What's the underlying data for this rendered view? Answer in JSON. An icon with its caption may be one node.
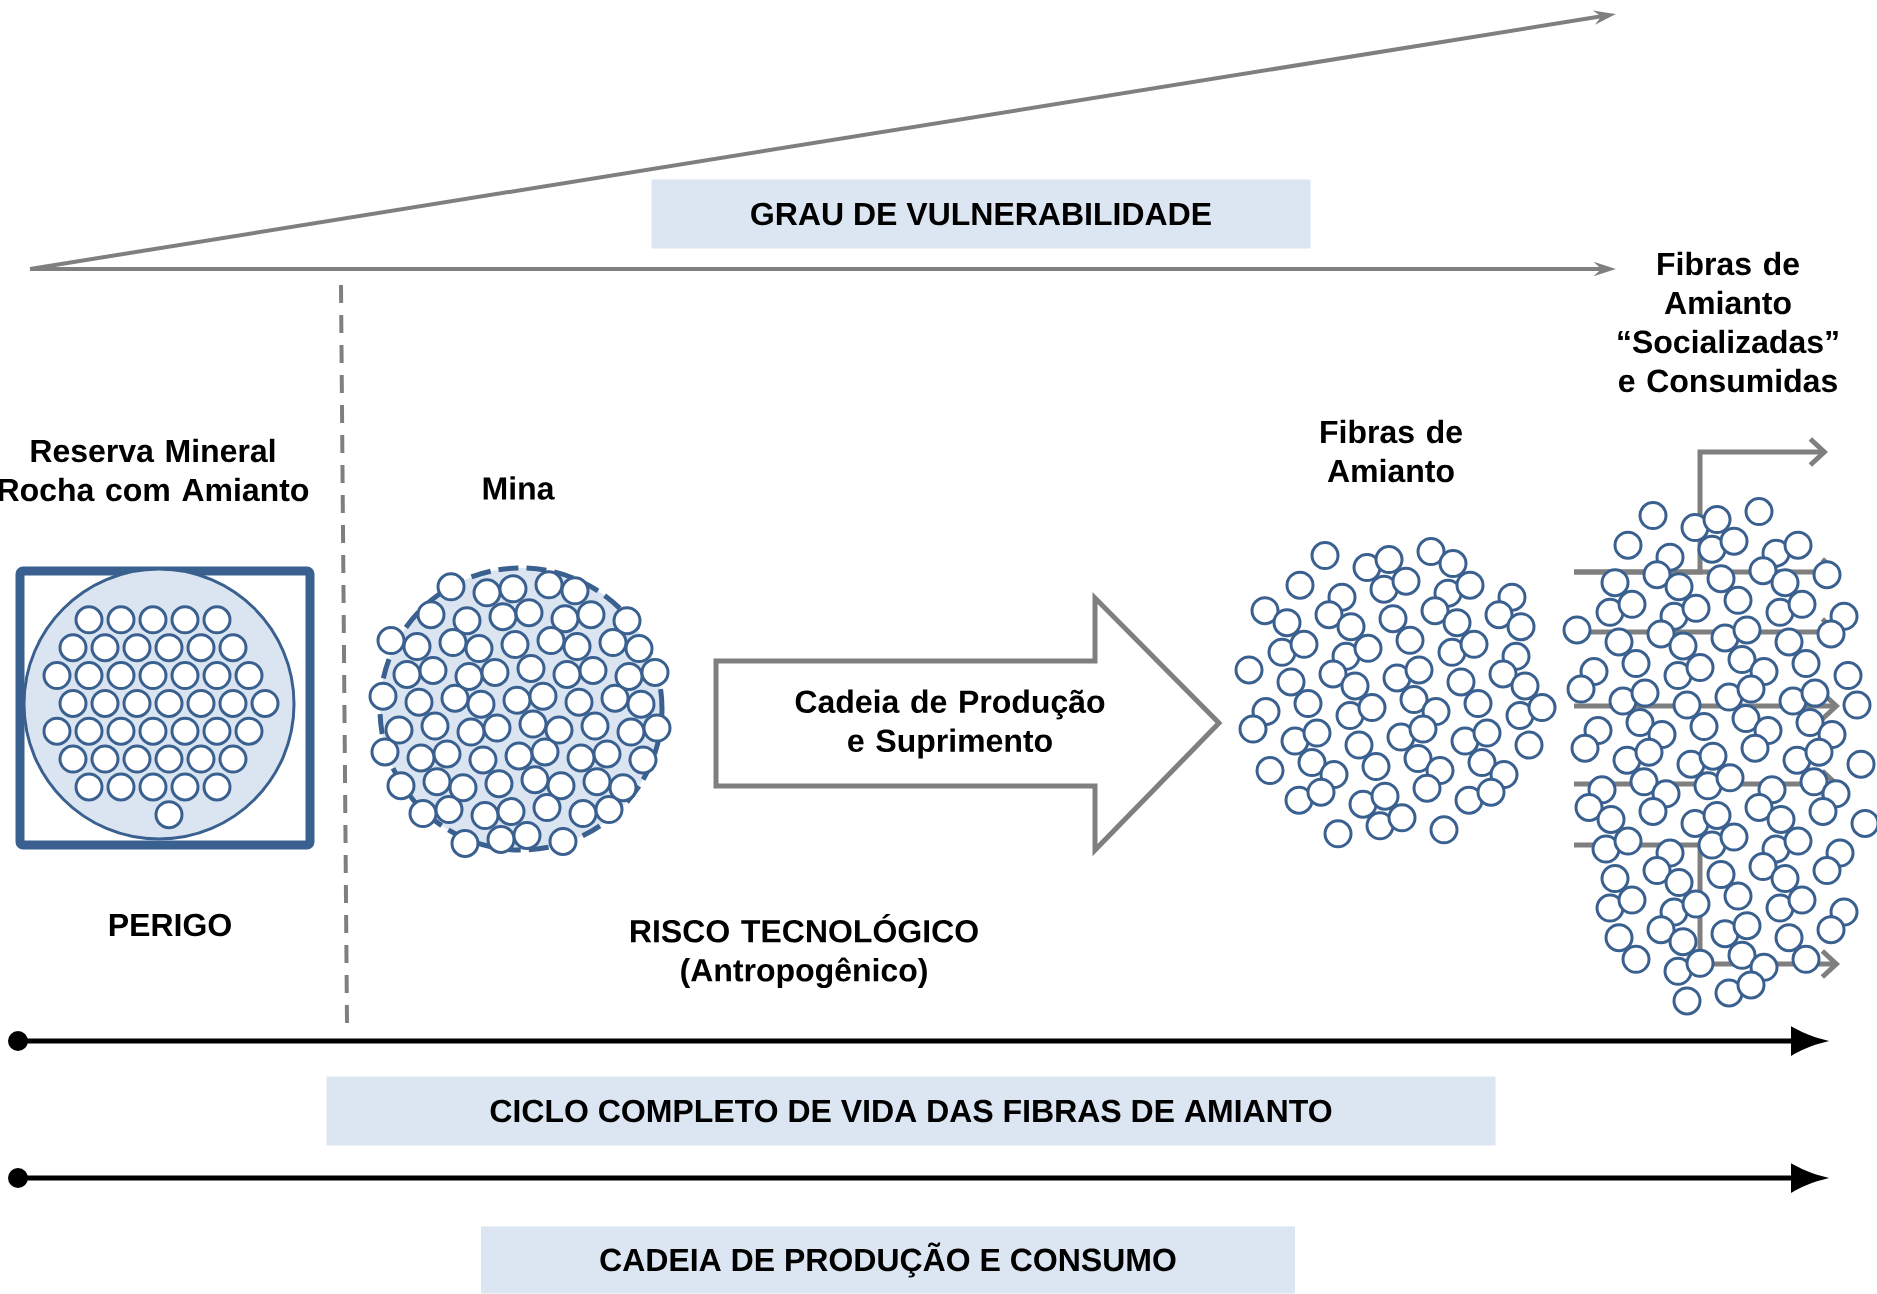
{
  "diagram": {
    "nodes": [
      {
        "text": [
          "Reserva Mineral Rocha com Amianto"
        ]
      },
      {
        "text": [
          "Mina"
        ]
      },
      {
        "text": [
          "Cadeia de Produção e Suprimento"
        ]
      },
      {
        "text": [
          "GRAU DE VULNERABILIDADE"
        ]
      },
      {
        "text": [
          "CICLO COMPLETO DE VIDA DAS FIBRAS DE AMIANTO"
        ]
      },
      {
        "text": [
          "CADEIA DE PRODUÇÃO E CONSUMO"
        ]
      }
    ],
    "labels": [
      "PERIGO",
      "RISCO TECNOLÓGICO (Antropogênico)",
      "Fibras de Amianto",
      "Fibras de Amianto “Socializadas” e Consumidas"
    ]
  }
}
